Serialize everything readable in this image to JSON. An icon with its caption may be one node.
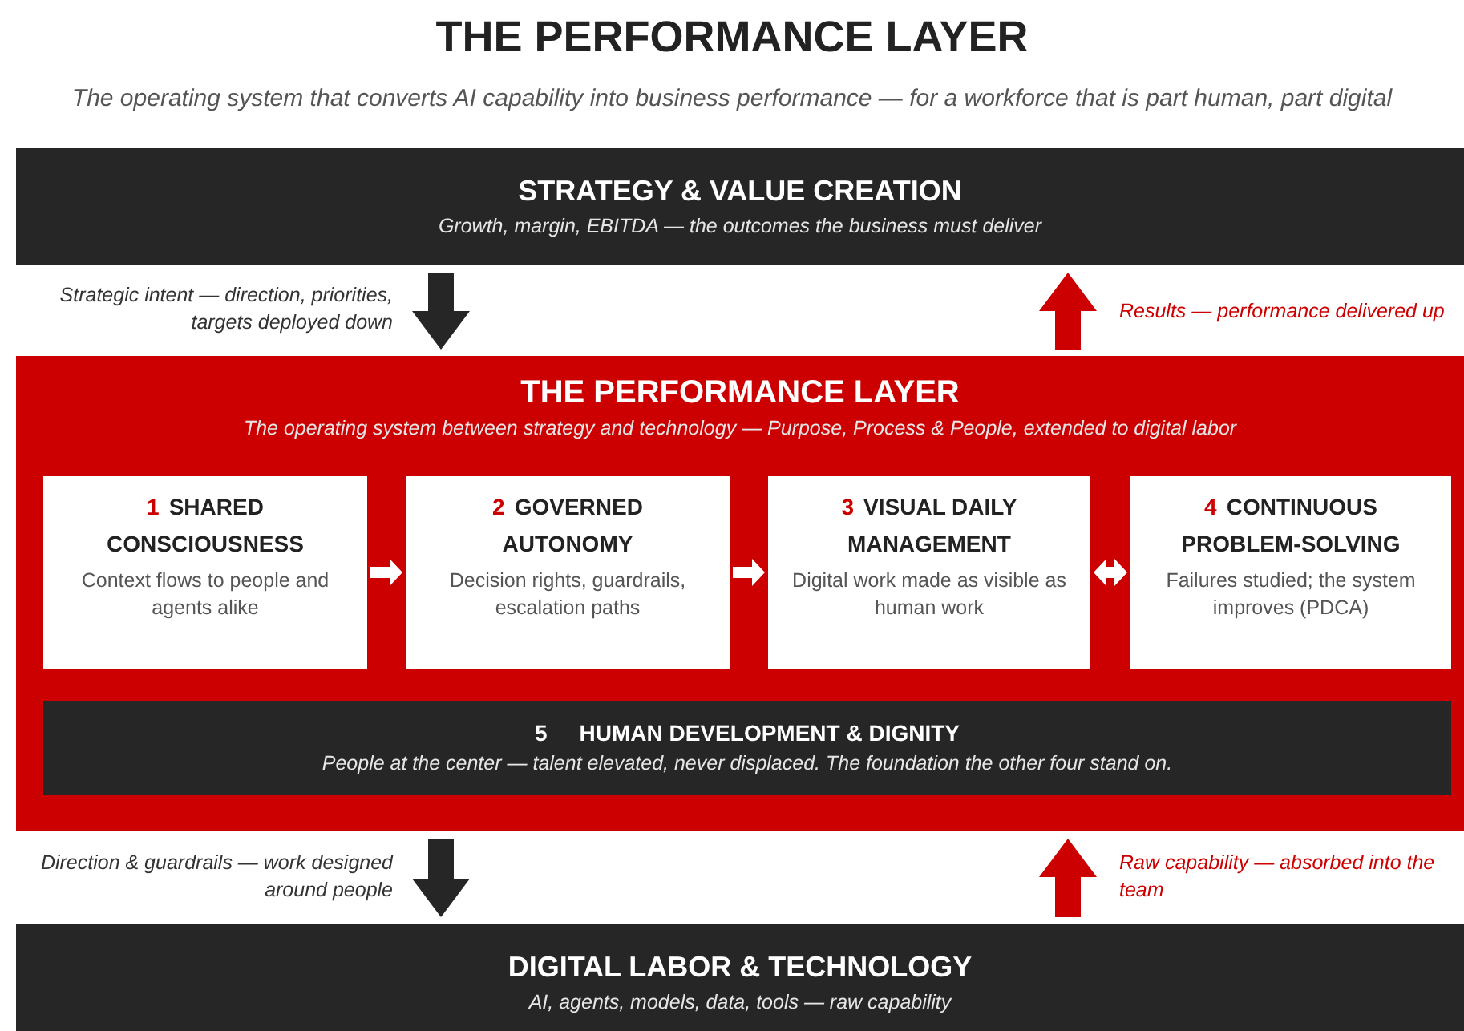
{
  "diagram": {
    "title": "THE PERFORMANCE LAYER",
    "caption": "The operating system that converts AI capability into business performance — for a workforce that is part human, part digital",
    "nodes": [
      {
        "text": [
          "STRATEGY & VALUE CREATION",
          "Growth, margin, EBITDA — the outcomes the business must deliver"
        ]
      },
      {
        "text": [
          "THE PERFORMANCE LAYER",
          "The operating system between strategy and technology — Purpose, Process & People, extended to digital labor"
        ]
      },
      {
        "text": [
          "1",
          "SHARED CONSCIOUSNESS",
          "Context flows to people and agents alike"
        ],
        "in": 1
      },
      {
        "text": [
          "2",
          "GOVERNED AUTONOMY",
          "Decision rights, guardrails, escalation paths"
        ],
        "in": 1
      },
      {
        "text": [
          "3",
          "VISUAL DAILY MANAGEMENT",
          "Digital work made as visible as human work"
        ],
        "in": 1
      },
      {
        "text": [
          "4",
          "CONTINUOUS PROBLEM-SOLVING",
          "Failures studied; the system improves (PDCA)"
        ],
        "in": 1
      },
      {
        "text": [
          "5",
          "HUMAN DEVELOPMENT & DIGNITY",
          "People at the center — talent elevated, never displaced. The foundation the other four stand on."
        ],
        "in": 1
      },
      {
        "text": [
          "DIGITAL LABOR & TECHNOLOGY",
          "AI, agents, models, data, tools — raw capability"
        ]
      }
    ],
    "edges": [
      {
        "from": 0,
        "to": 1,
        "arrow": "to",
        "label": "Strategic intent — direction, priorities, targets deployed down",
        "style": "thick",
        "color": "#262626"
      },
      {
        "from": 1,
        "to": 0,
        "arrow": "to",
        "label": "Results — performance delivered up",
        "style": "thick",
        "color": "#cc0000"
      },
      {
        "from": 2,
        "to": 3,
        "arrow": "to",
        "color": "#ffffff"
      },
      {
        "from": 3,
        "to": 4,
        "arrow": "to",
        "color": "#ffffff"
      },
      {
        "from": 4,
        "to": 5,
        "arrow": "both",
        "color": "#ffffff"
      },
      {
        "from": 1,
        "to": 7,
        "arrow": "to",
        "label": "Direction & guardrails — work designed around people",
        "style": "thick",
        "color": "#262626"
      },
      {
        "from": 7,
        "to": 1,
        "arrow": "to",
        "label": "Raw capability — absorbed into the team",
        "style": "thick",
        "color": "#cc0000"
      }
    ]
  }
}
